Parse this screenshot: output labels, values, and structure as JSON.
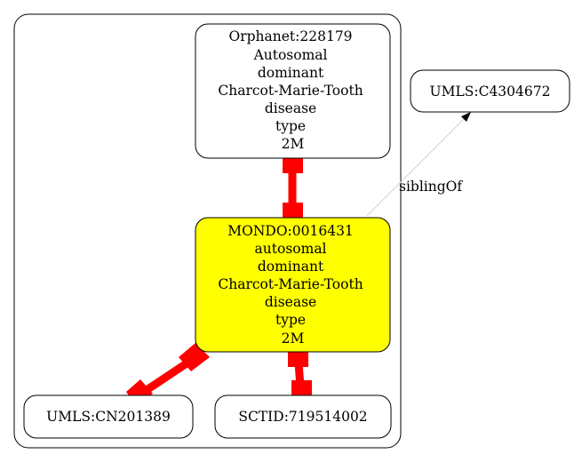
{
  "colors": {
    "background": "#ffffff",
    "node_stroke": "#000000",
    "node_fill": "#ffffff",
    "focus_fill": "#ffff00",
    "strong_edge": "#ff0000",
    "weak_edge": "#d3d3d3",
    "arrowhead": "#000000"
  },
  "nodes": {
    "orphanet": {
      "lines": [
        "Orphanet:228179",
        "Autosomal",
        "dominant",
        "Charcot-Marie-Tooth",
        "disease",
        "type",
        "2M"
      ]
    },
    "mondo": {
      "lines": [
        "MONDO:0016431",
        "autosomal",
        "dominant",
        "Charcot-Marie-Tooth",
        "disease",
        "type",
        "2M"
      ]
    },
    "umls_c": {
      "lines": [
        "UMLS:C4304672"
      ]
    },
    "umls_cn": {
      "lines": [
        "UMLS:CN201389"
      ]
    },
    "sctid": {
      "lines": [
        "SCTID:719514002"
      ]
    }
  },
  "edges": {
    "sibling_label": "siblingOf"
  }
}
